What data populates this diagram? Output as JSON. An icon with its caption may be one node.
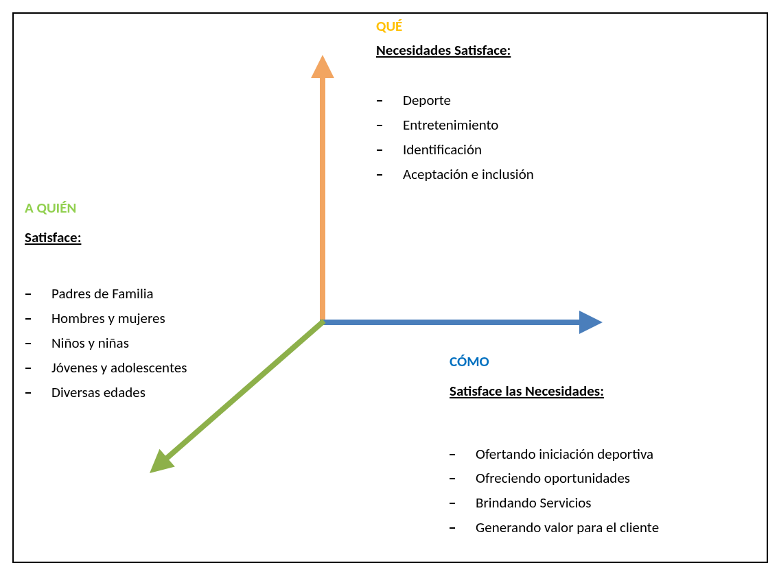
{
  "diagram": {
    "labels": [
      "QUÉ",
      "Necesidades Satisface:",
      "Deporte",
      "Entretenimiento",
      "Identificación",
      "Aceptación e inclusión",
      "A QUIÉN",
      "Satisface:",
      "Padres de Familia",
      "Hombres y mujeres",
      "Niños y niñas",
      "Jóvenes y adolescentes",
      "Diversas edades",
      "CÓMO",
      "Satisface las Necesidades:",
      "Ofertando iniciación deportiva",
      "Ofreciendo oportunidades",
      "Brindando Servicios",
      "Generando valor para el cliente"
    ]
  }
}
